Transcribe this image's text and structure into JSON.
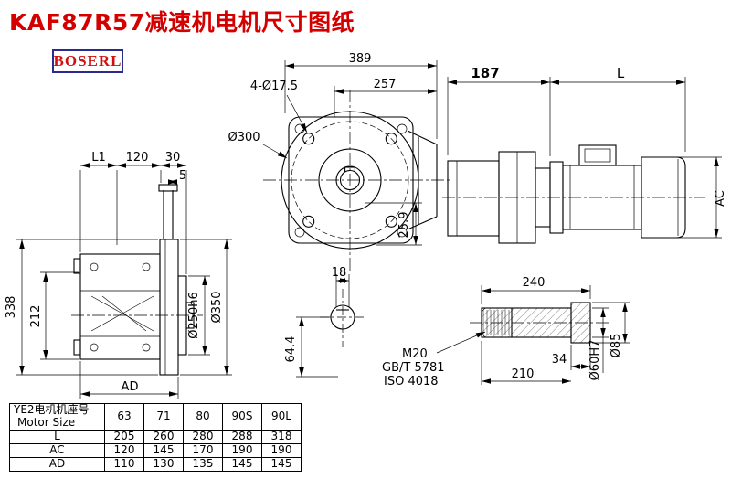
{
  "page": {
    "title": "KAF87R57减速机电机尺寸图纸",
    "logo": "BOSERL"
  },
  "dims": {
    "front_width": "389",
    "front_inner": "257",
    "bolt_holes": "4-Ø17.5",
    "flange_dia": "Ø300",
    "key_offset": "25.9",
    "key_width": "18",
    "shaft_drop": "64.4",
    "adapter_length": "187",
    "motor_length": "L",
    "motor_diameter": "AC",
    "l1": "L1",
    "foot_120": "120",
    "foot_30": "30",
    "plate_5": "5",
    "height_338": "338",
    "height_212": "212",
    "ad": "AD",
    "spigot_dia": "Ø250h6",
    "flange_od": "Ø350",
    "shaft_total": "240",
    "shaft_end": "34",
    "shaft_body": "210",
    "thread": "M20",
    "standard_gb": "GB/T 5781",
    "standard_iso": "ISO 4018",
    "bore_dia": "Ø60H7",
    "hub_dia": "Ø85"
  },
  "table": {
    "header_line1": "YE2电机机座号",
    "header_line2": "Motor Size",
    "columns": [
      "63",
      "71",
      "80",
      "90S",
      "90L"
    ],
    "rows": [
      {
        "label": "L",
        "values": [
          "205",
          "260",
          "280",
          "288",
          "318"
        ]
      },
      {
        "label": "AC",
        "values": [
          "120",
          "145",
          "170",
          "190",
          "190"
        ]
      },
      {
        "label": "AD",
        "values": [
          "110",
          "130",
          "135",
          "145",
          "145"
        ]
      }
    ]
  }
}
